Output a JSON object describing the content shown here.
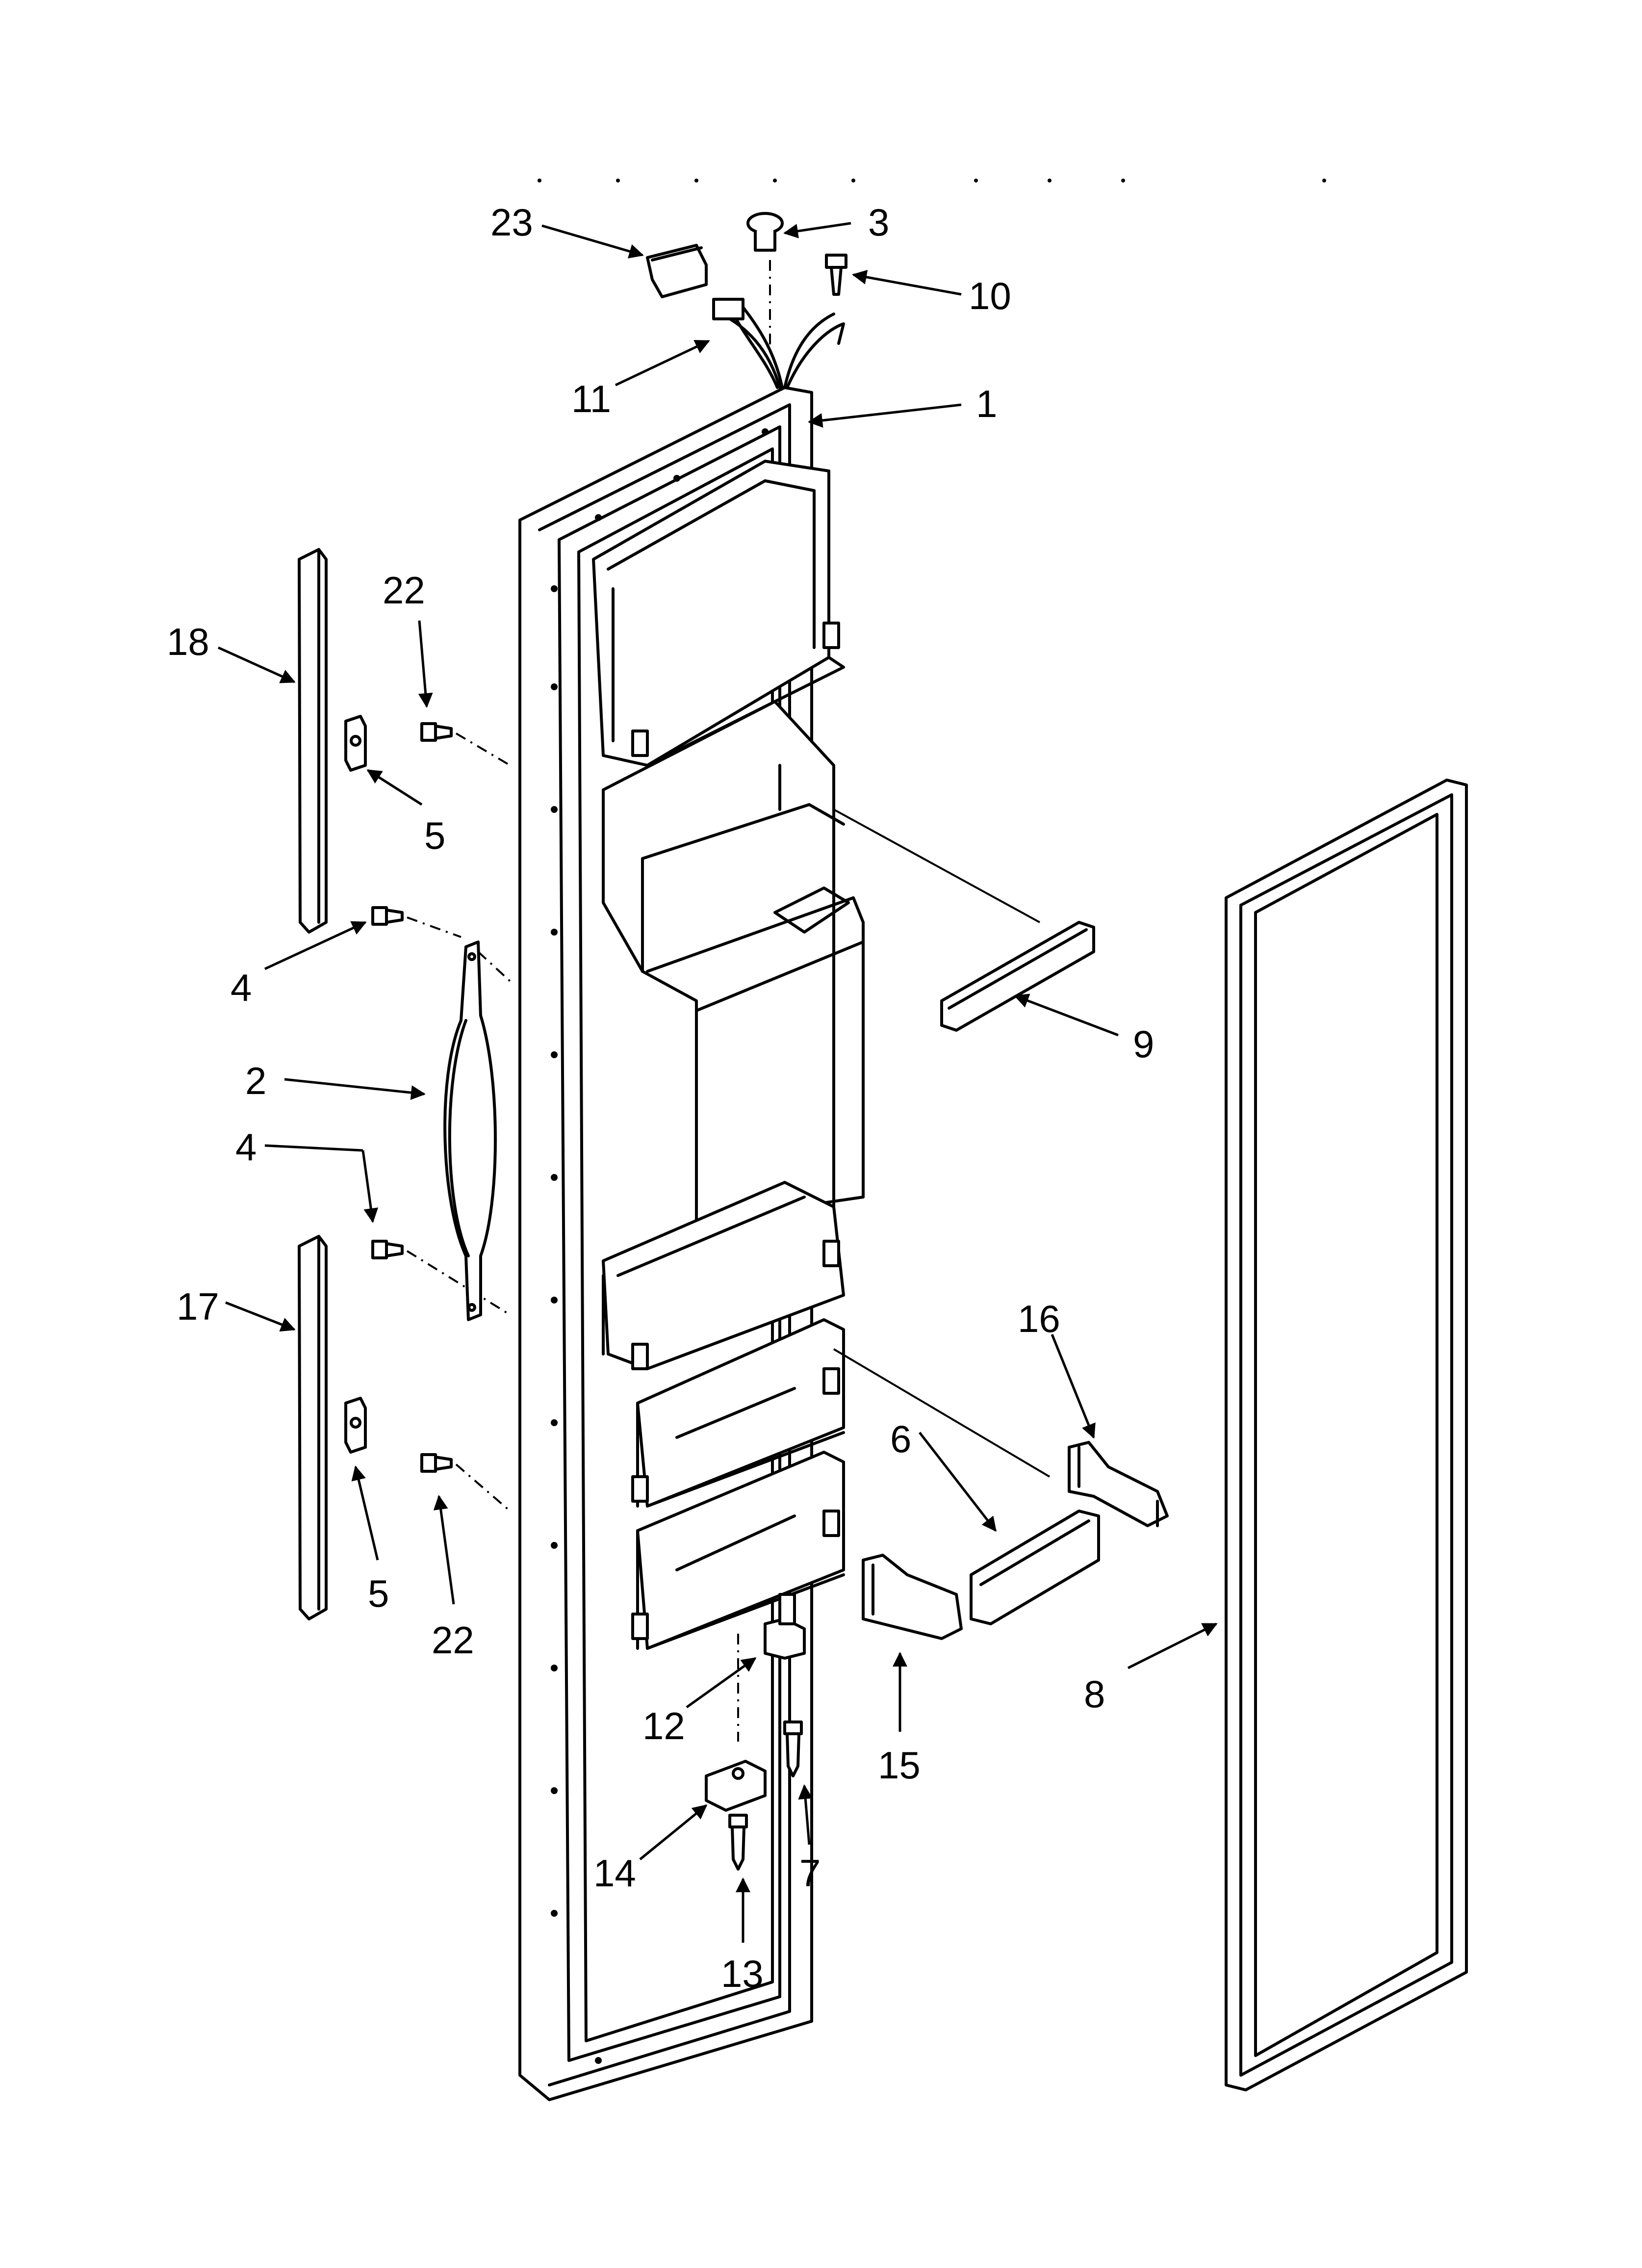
{
  "callouts": [
    {
      "id": "c23",
      "label": "23"
    },
    {
      "id": "c3",
      "label": "3"
    },
    {
      "id": "c10",
      "label": "10"
    },
    {
      "id": "c11",
      "label": "11"
    },
    {
      "id": "c1",
      "label": "1"
    },
    {
      "id": "c22a",
      "label": "22"
    },
    {
      "id": "c18",
      "label": "18"
    },
    {
      "id": "c5a",
      "label": "5"
    },
    {
      "id": "c4a",
      "label": "4"
    },
    {
      "id": "c9",
      "label": "9"
    },
    {
      "id": "c2",
      "label": "2"
    },
    {
      "id": "c4b",
      "label": "4"
    },
    {
      "id": "c17",
      "label": "17"
    },
    {
      "id": "c16",
      "label": "16"
    },
    {
      "id": "c6",
      "label": "6"
    },
    {
      "id": "c5b",
      "label": "5"
    },
    {
      "id": "c22b",
      "label": "22"
    },
    {
      "id": "c8",
      "label": "8"
    },
    {
      "id": "c12",
      "label": "12"
    },
    {
      "id": "c15",
      "label": "15"
    },
    {
      "id": "c14",
      "label": "14"
    },
    {
      "id": "c7",
      "label": "7"
    },
    {
      "id": "c13",
      "label": "13"
    }
  ]
}
